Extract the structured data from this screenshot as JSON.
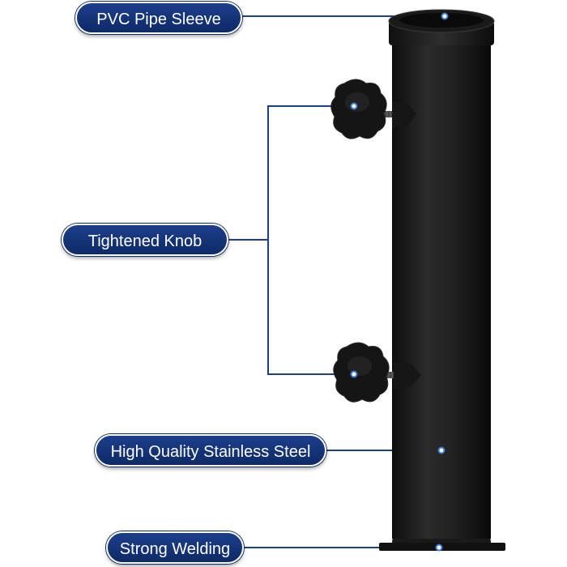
{
  "labels": {
    "pvc_pipe_sleeve": "PVC Pipe Sleeve",
    "tightened_knob": "Tightened Knob",
    "stainless_steel": "High Quality Stainless Steel",
    "strong_welding": "Strong Welding"
  },
  "colors": {
    "pill_fill": "#0e2a66",
    "leader_line": "#1c3f8c",
    "pole": "#1f1f1f",
    "marker_dot": "#3a7bd5"
  }
}
